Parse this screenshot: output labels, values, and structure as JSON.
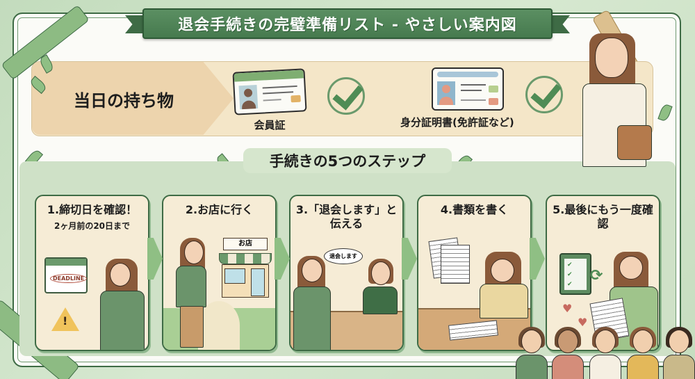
{
  "title": "退会手続きの完璧準備リスト - やさしい案内図",
  "belongings": {
    "heading": "当日の持ち物",
    "items": [
      {
        "label": "会員証",
        "icon": "member-card-icon",
        "checked": true,
        "band_color": "#7fae72"
      },
      {
        "label": "身分証明書(免許証など)",
        "icon": "id-card-icon",
        "checked": true,
        "band_color": "#a8c6d8"
      }
    ]
  },
  "steps_section": {
    "heading": "手続きの5つのステップ",
    "steps": [
      {
        "number": "1.",
        "title": "締切日を確認！",
        "subtitle": "2ヶ月前の20日まで",
        "illustration_text": "DEADLINE",
        "icons": [
          "calendar-icon",
          "warning-icon"
        ]
      },
      {
        "number": "2.",
        "title": "お店に行く",
        "subtitle": "",
        "illustration_text": "お店",
        "icons": [
          "shop-icon"
        ]
      },
      {
        "number": "3.",
        "title": "「退会します」と伝える",
        "subtitle": "",
        "illustration_text": "退会します",
        "icons": [
          "speech-bubble-icon"
        ]
      },
      {
        "number": "4.",
        "title": "書類を書く",
        "subtitle": "",
        "illustration_text": "",
        "icons": [
          "document-icon",
          "pen-icon"
        ]
      },
      {
        "number": "5.",
        "title": "最後にもう一度確認",
        "subtitle": "",
        "illustration_text": "",
        "icons": [
          "clipboard-check-icon",
          "refresh-icon",
          "heart-icon"
        ]
      }
    ]
  },
  "colors": {
    "primary_green": "#467a4e",
    "light_green": "#cfe1c7",
    "panel_beige": "#f4e6c8",
    "check_green": "#4f8c55",
    "warning_yellow": "#f0c35c"
  }
}
